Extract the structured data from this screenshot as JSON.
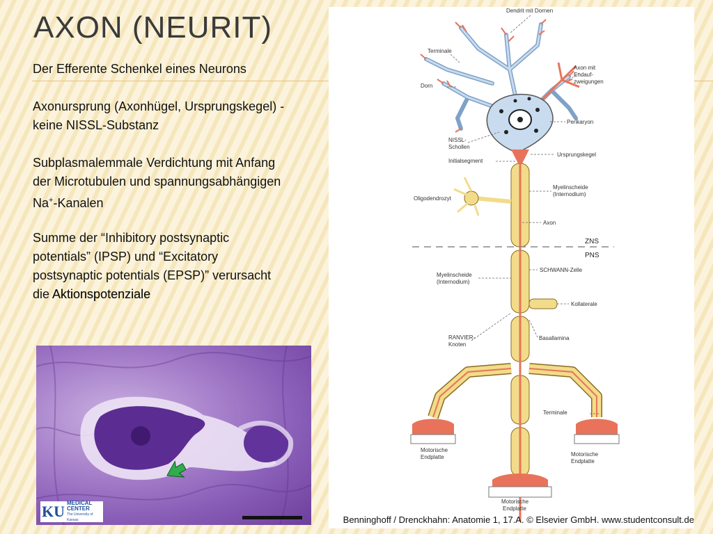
{
  "slide": {
    "title": "AXON (NEURIT)",
    "p1": "Der Efferente Schenkel eines Neurons",
    "p2_line1": "Axonursprung (Axonhügel, Ursprungskegel) -",
    "p2_line2": "keine NISSL-Substanz",
    "p3_line1": "Subplasmalemmale Verdichtung mit Anfang",
    "p3_line2": "der Microtubulen und spannungsabhängigen",
    "p3_line3_a": "Na",
    "p3_sup": "+",
    "p3_line3_b": "-Kanalen",
    "p4_line1": "Summe der “Inhibitory postsynaptic",
    "p4_line2": "potentials” (IPSP) und “Excitatory",
    "p4_line3": "postsynaptic potentials (EPSP)” verursacht",
    "p4_line4_a": "die ",
    "p4_bold": "Aktionspotenziale"
  },
  "logo": {
    "ku": "KU",
    "line1": "MEDICAL",
    "line2": "CENTER",
    "line3": "The University of Kansas"
  },
  "diagram": {
    "labels": {
      "dendrit": "Dendrit mit Dornen",
      "terminale_top": "Terminale",
      "dorn": "Dorn",
      "axon_mit": "Axon mit",
      "endauf": "Endauf-",
      "zweigungen": "zweigungen",
      "perikaryon": "Perikaryon",
      "nissl": "NISSL-",
      "schollen": "Schollen",
      "ursprungskegel": "Ursprungskegel",
      "initialsegment": "Initialsegment",
      "myelin1a": "Myelinscheide",
      "myelin1b": "(Internodium)",
      "oligodendrozyt": "Oligodendrozyt",
      "axon": "Axon",
      "zns": "ZNS",
      "pns": "PNS",
      "schwann": "SCHWANN-Zelle",
      "myelin2a": "Myelinscheide",
      "myelin2b": "(Internodium)",
      "kollaterale": "Kollaterale",
      "ranvier1": "RANVIER-",
      "ranvier2": "Knoten",
      "basallamina": "Basallamina",
      "terminale": "Terminale",
      "motor_l1": "Motorische",
      "motor_l2": "Endplatte",
      "motor_r1": "Motorische",
      "motor_r2": "Endplatte",
      "motor_b1": "Motorische",
      "motor_b2": "Endplatte"
    },
    "credit": "Benninghoff / Drenckhahn: Anatomie 1, 17.A. © Elsevier GmbH. www.studentconsult.de"
  },
  "colors": {
    "myelin": "#f2dc8a",
    "axon": "#e8735a",
    "dendrite": "#c9dbef",
    "stain": "#8a5fb8"
  }
}
